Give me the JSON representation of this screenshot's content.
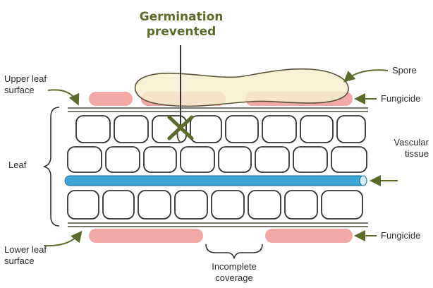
{
  "colors": {
    "fungicide": "#f2a8a4",
    "spore_fill": "#f6efcf",
    "spore_outline": "#5a5337",
    "membrane": "#4a4a3a",
    "vascular": "#3aa7d4",
    "arrow": "#5b6b2a",
    "title": "#5b6b2a",
    "cross": "#5b6b2a"
  },
  "labels": {
    "title_line1": "Germination",
    "title_line2": "prevented",
    "upper_leaf_surface_1": "Upper leaf",
    "upper_leaf_surface_2": "surface",
    "leaf": "Leaf",
    "lower_leaf_surface_1": "Lower leaf",
    "lower_leaf_surface_2": "surface",
    "spore": "Spore",
    "fungicide_top": "Fungicide",
    "vascular_1": "Vascular",
    "vascular_2": "tissue",
    "fungicide_bottom": "Fungicide",
    "incomplete_1": "Incomplete",
    "incomplete_2": "coverage"
  }
}
